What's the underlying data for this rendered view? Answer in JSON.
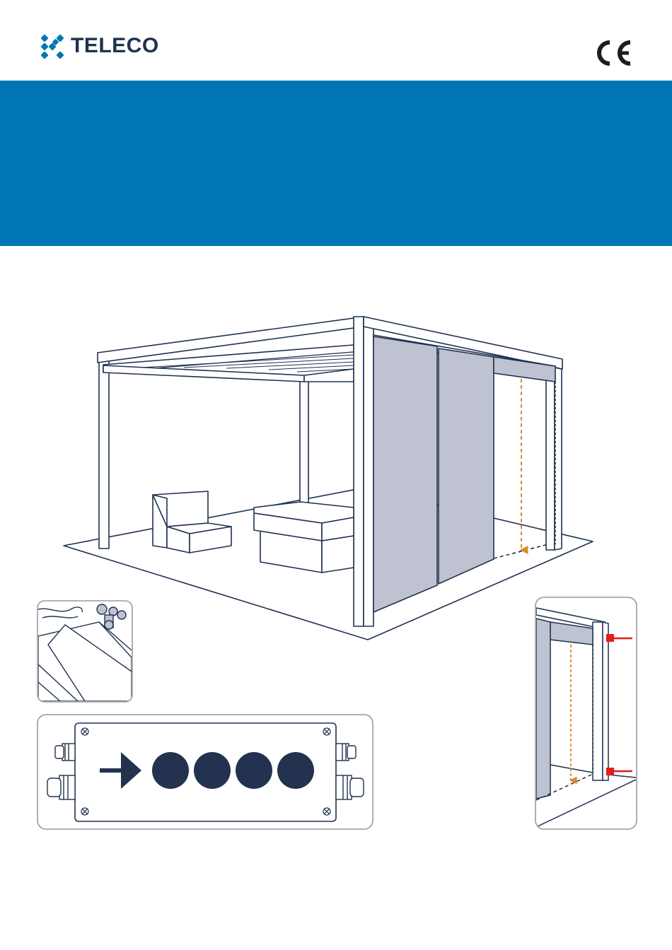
{
  "brand": {
    "name": "TELECO",
    "logo_icon": "teleco-logo-icon",
    "text_color": "#1e3250"
  },
  "certification": {
    "mark": "ce-mark-icon"
  },
  "banner": {
    "color": "#0076b6"
  },
  "illustrations": {
    "pergola": "pergola-with-sliding-screens-illustration",
    "wind_sensor": "wind-sensor-illustration",
    "control_box": "control-box-illustration",
    "door_frame": "door-frame-safety-sensors-illustration"
  },
  "colors": {
    "line": "#1e3250",
    "screen_fill": "#bfc2d0",
    "guide_arrow": "#d98a2b",
    "sensor": "#e41c1c",
    "panel_border": "#9a9a9a",
    "button_fill": "#22324f"
  }
}
